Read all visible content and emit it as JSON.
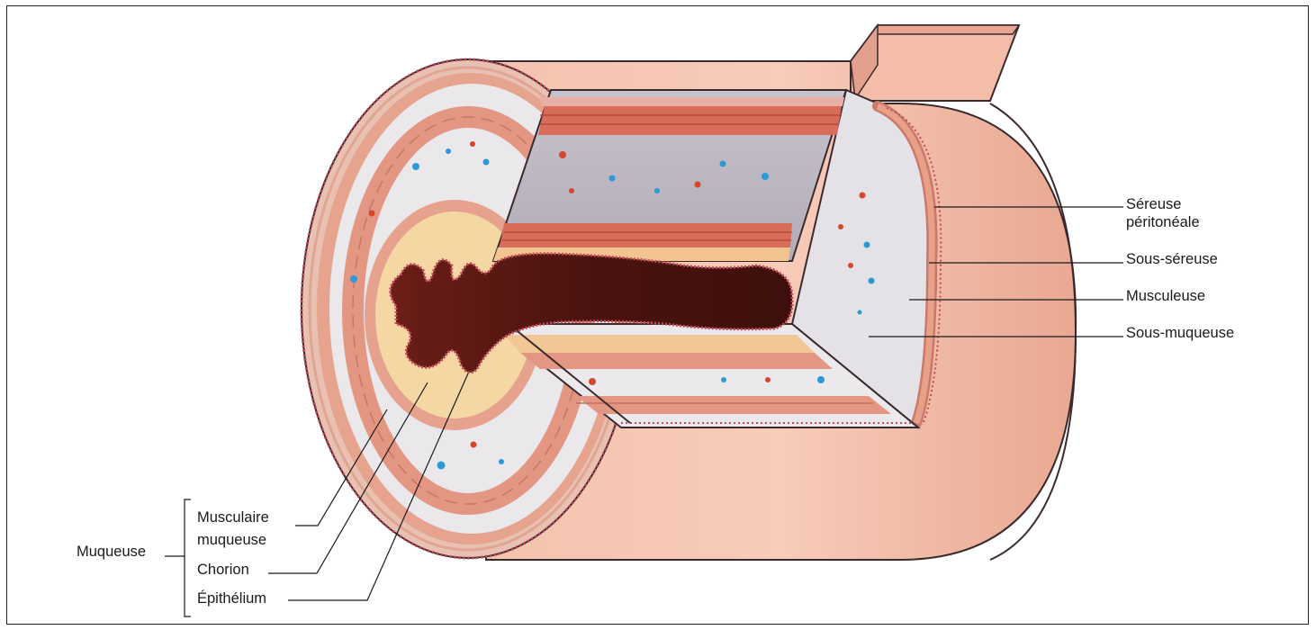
{
  "labels": {
    "sereuse_line1": "Séreuse",
    "sereuse_line2": "péritonéale",
    "sous_sereuse": "Sous-séreuse",
    "musculeuse": "Musculeuse",
    "sous_muqueuse": "Sous-muqueuse",
    "muqueuse": "Muqueuse",
    "musculaire_line1": "Musculaire",
    "musculaire_line2": "muqueuse",
    "chorion": "Chorion",
    "epithelium": "Épithélium"
  },
  "colors": {
    "outer_skin": "#f2b7a0",
    "skin_dark": "#e19c86",
    "muscle": "#e6957f",
    "submucosa": "#e9e6ea",
    "chorion": "#f5d7a4",
    "lumen": "#5a1914",
    "epithelium": "#c44a5a",
    "vessel_red": "#d8452e",
    "vessel_blue": "#2b9ad6",
    "outline": "#3a2a2e"
  }
}
